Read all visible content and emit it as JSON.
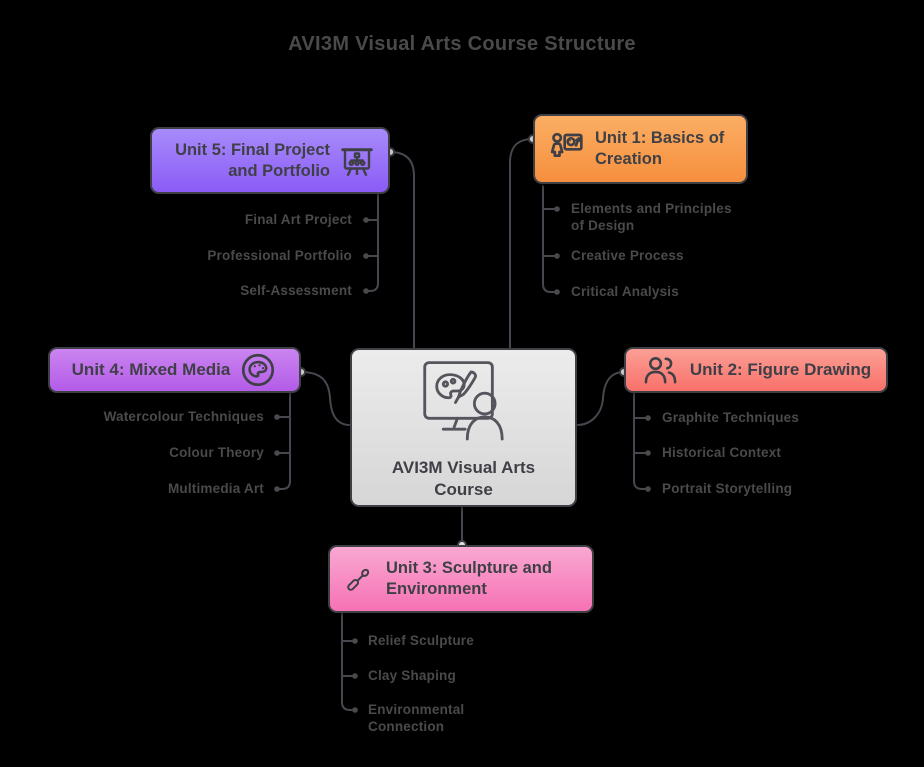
{
  "title": "AVI3M Visual Arts Course Structure",
  "center": {
    "label": "AVI3M Visual Arts Course",
    "icon": "art-course-icon",
    "color_top": "#ececec",
    "color_bottom": "#d6d6d6"
  },
  "units": [
    {
      "id": "unit1",
      "label": "Unit 1: Basics of Creation",
      "icon": "artist-at-easel-icon",
      "color_top": "#fbae63",
      "color_bottom": "#f68f3e",
      "items": [
        "Elements and Principles of Design",
        "Creative Process",
        "Critical Analysis"
      ]
    },
    {
      "id": "unit2",
      "label": "Unit 2: Figure Drawing",
      "icon": "people-icon",
      "color_top": "#fb9f95",
      "color_bottom": "#f8716a",
      "items": [
        "Graphite Techniques",
        "Historical Context",
        "Portrait Storytelling"
      ]
    },
    {
      "id": "unit3",
      "label": "Unit 3: Sculpture and Environment",
      "icon": "sculpting-tool-icon",
      "color_top": "#f9a8d2",
      "color_bottom": "#f672b4",
      "items": [
        "Relief Sculpture",
        "Clay Shaping",
        "Environmental Connection"
      ]
    },
    {
      "id": "unit4",
      "label": "Unit 4: Mixed Media",
      "icon": "palette-icon",
      "color_top": "#cb84f0",
      "color_bottom": "#b35ce8",
      "items": [
        "Watercolour Techniques",
        "Colour Theory",
        "Multimedia Art"
      ]
    },
    {
      "id": "unit5",
      "label": "Unit 5: Final Project and Portfolio",
      "icon": "presentation-chart-icon",
      "color_top": "#a78bfa",
      "color_bottom": "#8b5cf6",
      "items": [
        "Final Art Project",
        "Professional Portfolio",
        "Self-Assessment"
      ]
    }
  ],
  "colors": {
    "background": "#000000",
    "node_border": "#3f3f46",
    "node_text": "#3f3f46",
    "edge_line": "#47474f",
    "sub_text": "#4a4a4a",
    "title_text": "#4a4a4a",
    "port_dot_fill": "#e8e8e8"
  }
}
